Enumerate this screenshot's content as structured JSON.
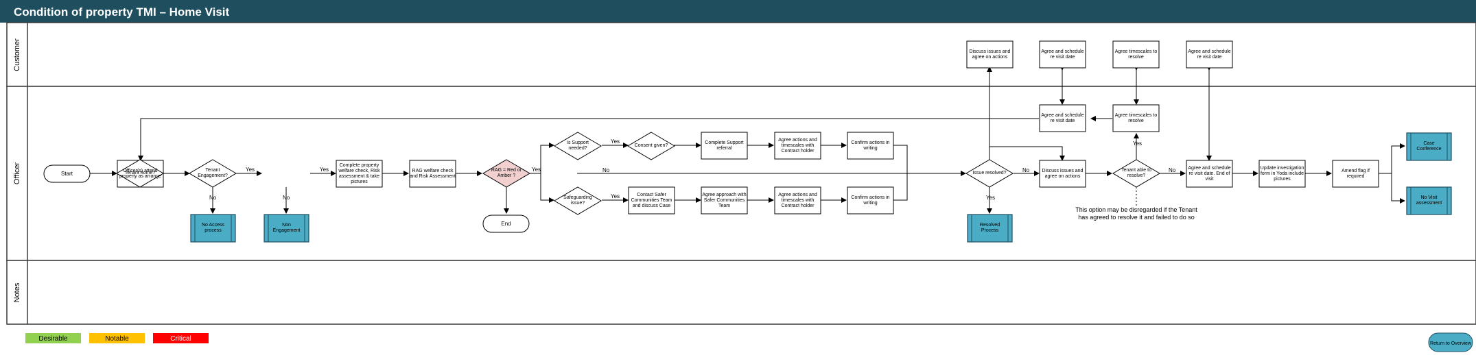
{
  "title": "Condition of property TMI – Home Visit",
  "lanes": {
    "customer": "Customer",
    "officer": "Officer",
    "notes": "Notes"
  },
  "colors": {
    "header_bg": "#1f4e5f",
    "lane_border": "#3a3a3a",
    "subprocess_fill": "#4bacc6",
    "decision_highlight": "#f2d0d0",
    "desirable": "#92d050",
    "notable": "#ffc000",
    "critical": "#ff0000",
    "return_btn": "#4bacc6"
  },
  "nodes": {
    "start": "Start",
    "attend": "Officer(s) attend property as arrange",
    "tenant_home": "Tenant home?",
    "tenant_engagement": "Tenant Engagement?",
    "complete_welfare": "Complete property welfare check, Risk assessment & take pictures",
    "rag_welfare": "RAG welfare check and Risk Assessment",
    "rag_red_amber": "RAG = Red or Amber ?",
    "end": "End",
    "no_access": "No Access process",
    "non_engagement": "Non Engagement",
    "is_support_needed": "Is Support needed?",
    "consent_given": "Consent given?",
    "complete_support_referral": "Complete Support referral",
    "agree_actions_1": "Agree actions and timescales with Contract holder",
    "confirm_writing_1": "Confirm actions in writing",
    "safeguarding_issue": "Safeguarding issue?",
    "contact_safer": "Contact Safer Communities Team and discuss Case",
    "agree_approach": "Agree approach with Safer Communities Team",
    "agree_actions_2": "Agree actions and timescales with Contract holder",
    "confirm_writing_2": "Confirm actions in writing",
    "issue_resolved": "Issue resolved?",
    "resolved_process": "Resolved Process",
    "discuss_issues_officer": "Discuss issues and agree on actions",
    "tenant_able_resolve": "Tenant able to resolve?",
    "agree_schedule_end": "Agree and schedule re visit date. End of visit",
    "update_investigation": "Update investigation form in Yoda include pictures",
    "amend_flag": "Amend flag if required",
    "case_conference": "Case Conference",
    "no_visit_assessment": "No Visit assessment",
    "agree_schedule_officer": "Agree and schedule re visit date",
    "agree_timescales_officer": "Agree timescales to resolve",
    "cust_discuss": "Discuss issues and agree on actions",
    "cust_schedule_1": "Agree and schedule re visit date",
    "cust_timescales": "Agree timescales to resolve",
    "cust_schedule_2": "Agree and schedule re visit date"
  },
  "labels": {
    "yes": "Yes",
    "no": "No"
  },
  "annotation": "This option may be disregarded if the Tenant has agreed to resolve it and failed to do so",
  "legend": {
    "desirable": "Desirable",
    "notable": "Notable",
    "critical": "Critical"
  },
  "return_button": "Return to Overview"
}
